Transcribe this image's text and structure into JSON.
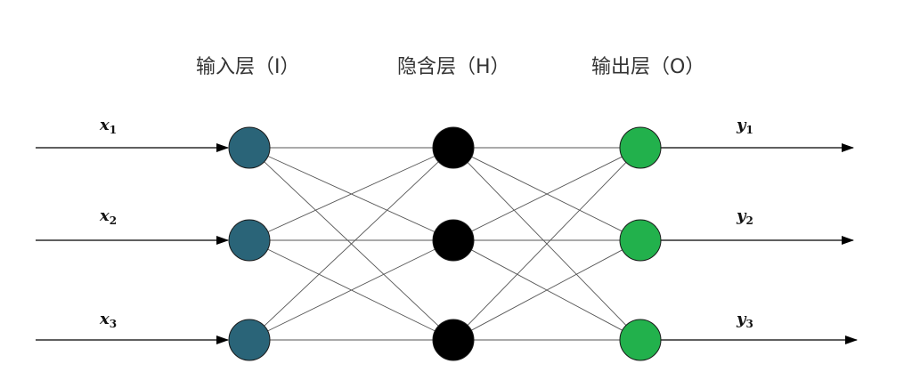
{
  "layers": [
    {
      "title": "输入层（I）",
      "color": "#2a6478"
    },
    {
      "title": "隐含层（H）",
      "color": "#000000"
    },
    {
      "title": "输出层（O）",
      "color": "#22b14c"
    }
  ],
  "inputs": [
    {
      "var": "x",
      "sub": "1"
    },
    {
      "var": "x",
      "sub": "2"
    },
    {
      "var": "x",
      "sub": "3"
    }
  ],
  "outputs": [
    {
      "var": "y",
      "sub": "1"
    },
    {
      "var": "y",
      "sub": "2"
    },
    {
      "var": "y",
      "sub": "3"
    }
  ]
}
